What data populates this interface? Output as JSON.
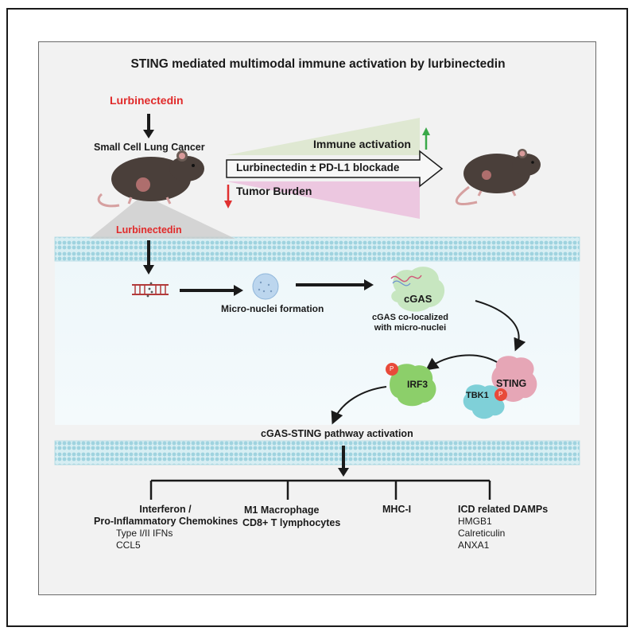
{
  "title": "STING mediated multimodal immune activation by lurbinectedin",
  "top": {
    "drug_label": "Lurbinectedin",
    "model_label": "Small Cell Lung Cancer",
    "immune_label": "Immune activation",
    "treatment_label": "Lurbinectedin ± PD-L1 blockade",
    "tumor_label": "Tumor Burden"
  },
  "cell": {
    "drug_label": "Lurbinectedin",
    "micronuclei_label": "Micro-nuclei formation",
    "cgas_label": "cGAS",
    "cgas_note_line1": "cGAS co-localized",
    "cgas_note_line2": "with micro-nuclei",
    "sting_label": "STING",
    "tbk1_label": "TBK1",
    "irf3_label": "IRF3",
    "phospho_label": "P",
    "pathway_label": "cGAS-STING pathway activation"
  },
  "outcomes": [
    {
      "title_line1": "Interferon /",
      "title_line2": "Pro-Inflammatory Chemokines",
      "items": [
        "Type I/II IFNs",
        "CCL5"
      ]
    },
    {
      "title_line1": "M1 Macrophage",
      "title_line2": "CD8+ T lymphocytes",
      "items": []
    },
    {
      "title_line1": "MHC-I",
      "title_line2": "",
      "items": []
    },
    {
      "title_line1": "ICD related DAMPs",
      "title_line2": "",
      "items": [
        "HMGB1",
        "Calreticulin",
        "ANXA1"
      ]
    }
  ],
  "colors": {
    "membrane": "#bfe2ea",
    "immune_wedge": "#dfe8d2",
    "tumor_wedge": "#ecc7e0",
    "mouse": "#4a3f3a",
    "up_arrow": "#3aa84a",
    "down_arrow": "#e03030",
    "sting": "#e6a6b6",
    "tbk1": "#7fd0d8",
    "irf3": "#8ccf6a",
    "cgas": "#c7e6c0"
  }
}
